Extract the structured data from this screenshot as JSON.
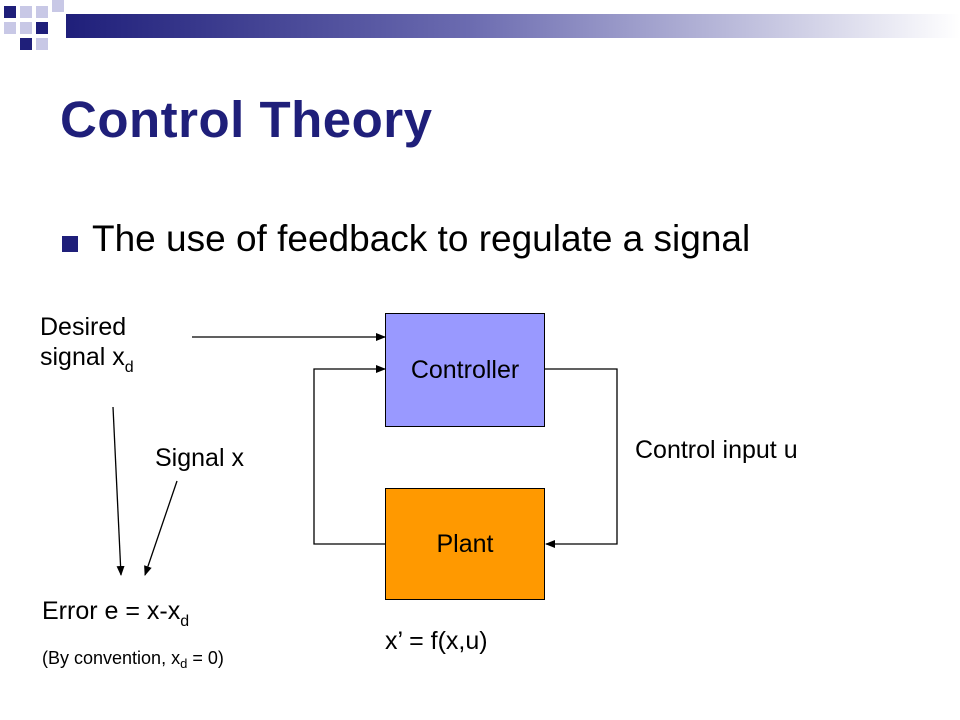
{
  "slide": {
    "title": "Control Theory",
    "bullet": "The use of feedback to regulate a signal"
  },
  "diagram": {
    "desired_line1": "Desired",
    "desired_line2": "signal x",
    "desired_sub": "d",
    "signal_x": "Signal x",
    "controller_label": "Controller",
    "plant_label": "Plant",
    "control_input": "Control input u",
    "error_main": "Error e  = x-x",
    "error_sub": "d",
    "convention_pre": "(By convention, x",
    "convention_sub": "d",
    "convention_post": " = 0)",
    "plant_eq": "x’ = f(x,u)"
  },
  "colors": {
    "title": "#1f1f7a",
    "controller_fill": "#9999ff",
    "plant_fill": "#ff9900",
    "header_dark": "#1f1f7a",
    "header_light": "#c8c8e6"
  }
}
